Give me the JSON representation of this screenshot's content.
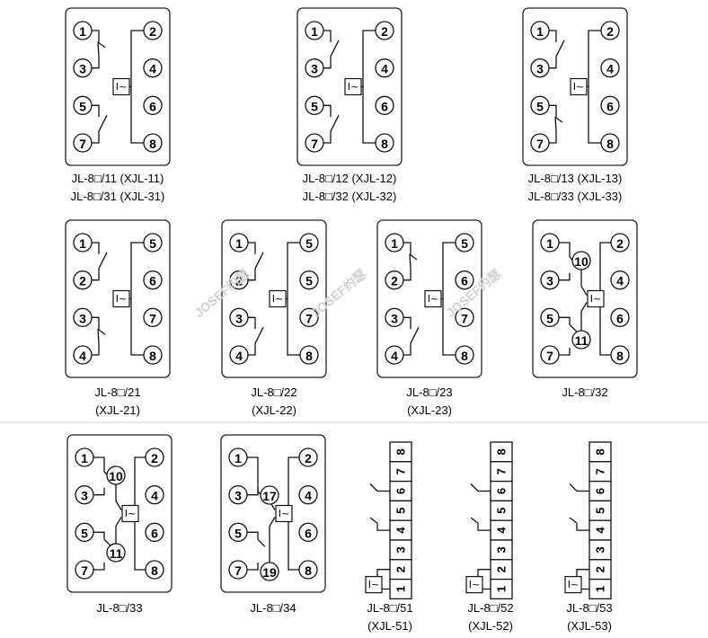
{
  "coil_symbol": "I~",
  "watermarks": [
    "JOSEF约瑟",
    "JOSEF约瑟",
    "JOSEF约瑟"
  ],
  "diagrams": [
    {
      "id": "d11",
      "pins": [
        "1",
        "2",
        "3",
        "4",
        "5",
        "6",
        "7",
        "8"
      ],
      "captions": [
        "JL-8□/11 (XJL-11)",
        "JL-8□/31 (XJL-31)"
      ]
    },
    {
      "id": "d12",
      "pins": [
        "1",
        "2",
        "3",
        "4",
        "5",
        "6",
        "7",
        "8"
      ],
      "captions": [
        "JL-8□/12 (XJL-12)",
        "JL-8□/32 (XJL-32)"
      ]
    },
    {
      "id": "d13",
      "pins": [
        "1",
        "2",
        "3",
        "4",
        "5",
        "6",
        "7",
        "8"
      ],
      "captions": [
        "JL-8□/13 (XJL-13)",
        "JL-8□/33 (XJL-33)"
      ]
    },
    {
      "id": "d21",
      "pins": [
        "1",
        "5",
        "2",
        "6",
        "3",
        "7",
        "4",
        "8"
      ],
      "captions": [
        "JL-8□/21",
        "(XJL-21)"
      ]
    },
    {
      "id": "d22",
      "pins": [
        "1",
        "5",
        "2",
        "5",
        "3",
        "7",
        "4",
        "8"
      ],
      "captions": [
        "JL-8□/22",
        "(XJL-22)"
      ]
    },
    {
      "id": "d23",
      "pins": [
        "1",
        "5",
        "2",
        "6",
        "3",
        "7",
        "4",
        "8"
      ],
      "captions": [
        "JL-8□/23",
        "(XJL-23)"
      ]
    },
    {
      "id": "d32",
      "pins": [
        "1",
        "2",
        "3",
        "4",
        "5",
        "6",
        "7",
        "8"
      ],
      "extra_pins": [
        "10",
        "11"
      ],
      "captions": [
        "JL-8□/32"
      ]
    },
    {
      "id": "d33",
      "pins": [
        "1",
        "2",
        "3",
        "4",
        "5",
        "6",
        "7",
        "8"
      ],
      "extra_pins": [
        "10",
        "11"
      ],
      "captions": [
        "JL-8□/33"
      ]
    },
    {
      "id": "d34",
      "pins": [
        "1",
        "2",
        "3",
        "4",
        "5",
        "6",
        "7",
        "8"
      ],
      "extra_pins": [
        "17",
        "19"
      ],
      "captions": [
        "JL-8□/34"
      ]
    },
    {
      "id": "d51",
      "strip": [
        "8",
        "7",
        "6",
        "5",
        "4",
        "3",
        "2",
        "1"
      ],
      "captions": [
        "JL-8□/51",
        "(XJL-51)"
      ]
    },
    {
      "id": "d52",
      "strip": [
        "8",
        "7",
        "6",
        "5",
        "4",
        "3",
        "2",
        "1"
      ],
      "captions": [
        "JL-8□/52",
        "(XJL-52)"
      ]
    },
    {
      "id": "d53",
      "strip": [
        "8",
        "7",
        "6",
        "5",
        "4",
        "3",
        "2",
        "1"
      ],
      "captions": [
        "JL-8□/53",
        "(XJL-53)"
      ]
    }
  ]
}
